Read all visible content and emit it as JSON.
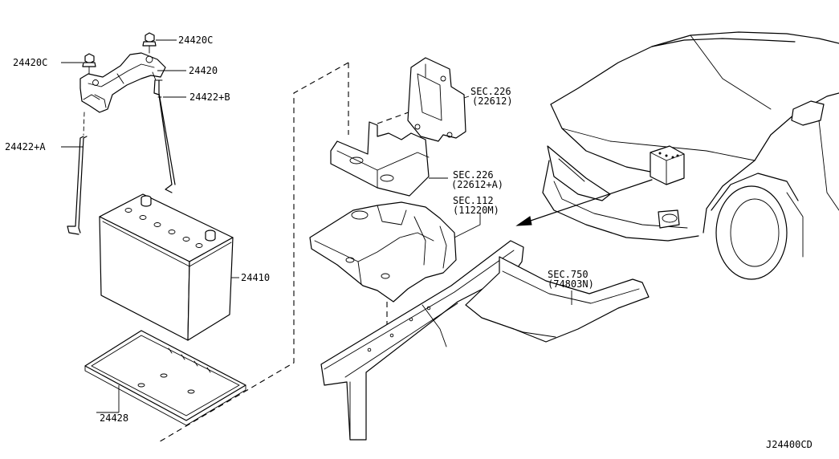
{
  "callouts": {
    "nut_top": "24420C",
    "nut_left": "24420C",
    "holder": "24420",
    "rod_b": "24422+B",
    "rod_a": "24422+A",
    "battery": "24410",
    "tray": "24428",
    "sec226_top_line1": "SEC.226",
    "sec226_top_line2": "(22612)",
    "sec226_mid_line1": "SEC.226",
    "sec226_mid_line2": "(22612+A)",
    "sec112_line1": "SEC.112",
    "sec112_line2": "(11220M)",
    "sec750_line1": "SEC.750",
    "sec750_line2": "(74803N)"
  },
  "diagram_code": "J24400CD"
}
